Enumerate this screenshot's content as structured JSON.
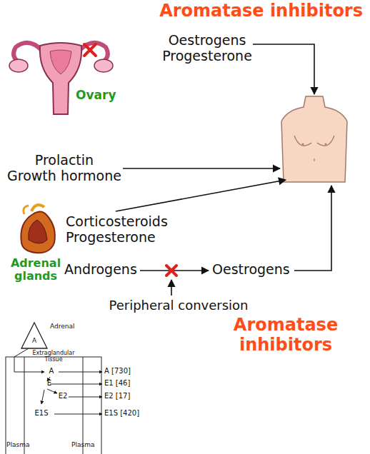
{
  "diagram": {
    "title": "Aromatase inhibitors",
    "labels": [
      "Ovary",
      "Oestrogens Progesterone",
      "Prolactin Growth hormone",
      "Corticosteroids Progesterone",
      "Adrenal glands",
      "Androgens",
      "Oestrogens",
      "Peripheral conversion",
      "Aromatase inhibitors",
      "Adrenal",
      "A",
      "Extraglandular Tissue",
      "A",
      "E",
      "E2",
      "E1S",
      "A [730]",
      "E1 [46]",
      "E2 [17]",
      "E1S [420]",
      "Plasma",
      "Plasma"
    ]
  }
}
